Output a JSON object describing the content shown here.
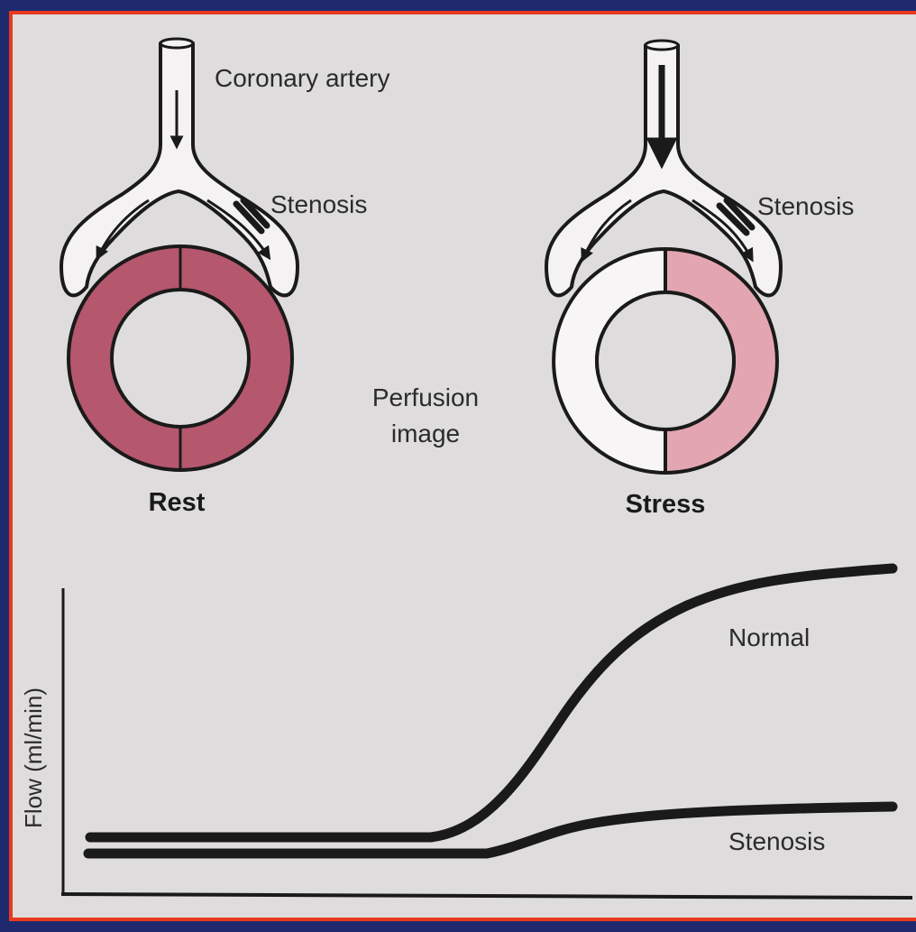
{
  "labels": {
    "coronary_artery": "Coronary artery",
    "stenosis_rest": "Stenosis",
    "stenosis_stress": "Stenosis",
    "perfusion_line1": "Perfusion",
    "perfusion_line2": "image",
    "rest": "Rest",
    "stress": "Stress"
  },
  "graph": {
    "ylabel": "Flow (ml/min)",
    "curve_normal_label": "Normal",
    "curve_stenosis_label": "Stenosis"
  },
  "colors": {
    "frame_outer": "#1f2a6e",
    "frame_border": "#e8391f",
    "background": "#dedcdd",
    "rest_segment": "#b5576d",
    "stress_ischemic_segment": "#f7f5f5",
    "stress_normal_segment": "#e3a6b0",
    "vessel_fill": "#f4f2f2",
    "ink": "#1a1a1a"
  }
}
